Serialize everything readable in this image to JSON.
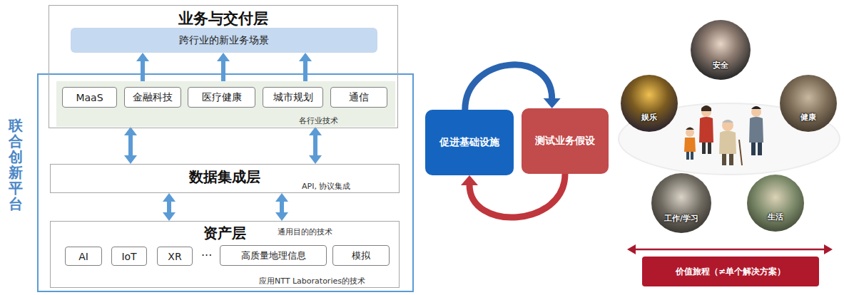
{
  "diagram": {
    "nodes": [
      {
        "text": [
          "联合创新平台"
        ]
      },
      {
        "text": [
          "业务与交付层"
        ]
      },
      {
        "text": [
          "跨行业的新业务场景"
        ],
        "in": 1
      },
      {
        "text": [
          "各行业技术"
        ],
        "in": 1
      },
      {
        "text": [
          "MaaS"
        ],
        "in": 3
      },
      {
        "text": [
          "金融科技"
        ],
        "in": 3
      },
      {
        "text": [
          "医疗健康"
        ],
        "in": 3
      },
      {
        "text": [
          "城市规划"
        ],
        "in": 3
      },
      {
        "text": [
          "通信"
        ],
        "in": 3
      },
      {
        "text": [
          "数据集成层",
          "API, 协议集成"
        ],
        "in": 0
      },
      {
        "text": [
          "资产层",
          "通用目的的技术",
          "应用NTT Laboratories的技术"
        ],
        "in": 0
      },
      {
        "text": [
          "AI"
        ],
        "in": 10
      },
      {
        "text": [
          "IoT"
        ],
        "in": 10
      },
      {
        "text": [
          "XR"
        ],
        "in": 10
      },
      {
        "text": [
          "高质量地理信息"
        ],
        "in": 10
      },
      {
        "text": [
          "模拟"
        ],
        "in": 10
      },
      {
        "text": [
          "促进基础设施"
        ]
      },
      {
        "text": [
          "测试业务假设"
        ]
      },
      {
        "text": [
          "安全"
        ]
      },
      {
        "text": [
          "娱乐"
        ]
      },
      {
        "text": [
          "健康"
        ]
      },
      {
        "text": [
          "工作/学习"
        ]
      },
      {
        "text": [
          "生活"
        ]
      },
      {
        "text": [
          "价值旅程（≠单个解决方案）"
        ]
      }
    ],
    "edges": [
      {
        "from": 3,
        "to": 2,
        "arrow": "to"
      },
      {
        "from": 3,
        "to": 2,
        "arrow": "to"
      },
      {
        "from": 3,
        "to": 2,
        "arrow": "to"
      },
      {
        "from": 3,
        "to": 9,
        "arrow": "both"
      },
      {
        "from": 3,
        "to": 9,
        "arrow": "both"
      },
      {
        "from": 9,
        "to": 10,
        "arrow": "both"
      },
      {
        "from": 9,
        "to": 10,
        "arrow": "both"
      },
      {
        "from": 16,
        "to": 17,
        "arrow": "to"
      },
      {
        "from": 17,
        "to": 16,
        "arrow": "to"
      }
    ],
    "labels": [
      "..."
    ]
  }
}
